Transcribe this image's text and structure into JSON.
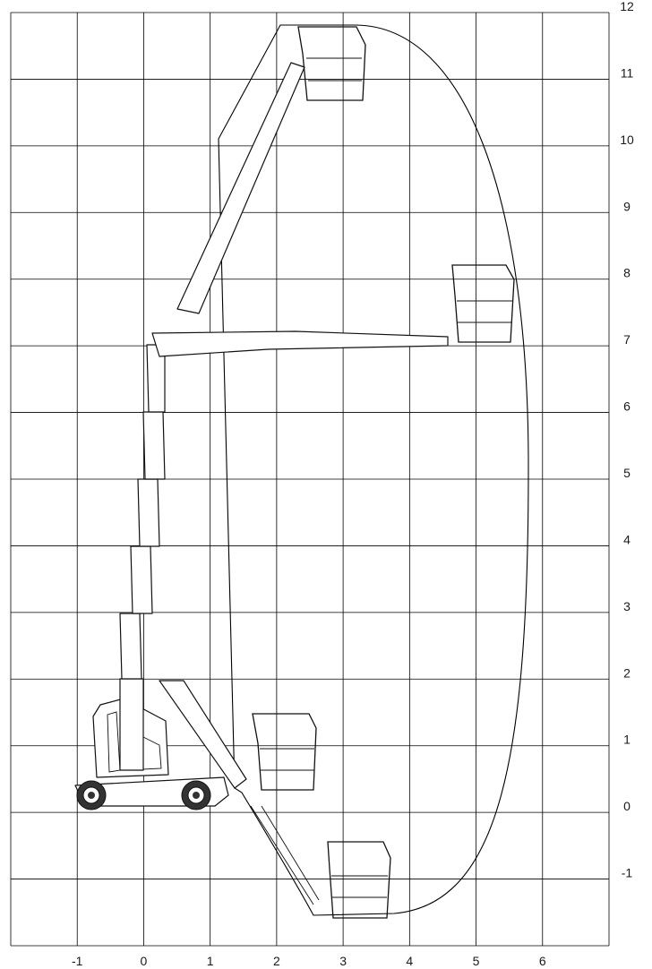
{
  "axes": {
    "x_ticks": [
      "-1",
      "0",
      "1",
      "2",
      "3",
      "4",
      "5",
      "6"
    ],
    "y_ticks": [
      "12",
      "11",
      "10",
      "9",
      "8",
      "7",
      "6",
      "5",
      "4",
      "3",
      "2",
      "1",
      "0",
      "-1"
    ],
    "x_range": [
      -2,
      7
    ],
    "y_range": [
      -2,
      12
    ],
    "grid": true
  },
  "diagram": {
    "subject": "aerial-work-platform",
    "basket_positions": [
      {
        "x": 2.9,
        "y": 11.5
      },
      {
        "x": 4.9,
        "y": 7.8
      },
      {
        "x": 2.4,
        "y": 0.8
      },
      {
        "x": 3.1,
        "y": -1.3
      }
    ]
  }
}
